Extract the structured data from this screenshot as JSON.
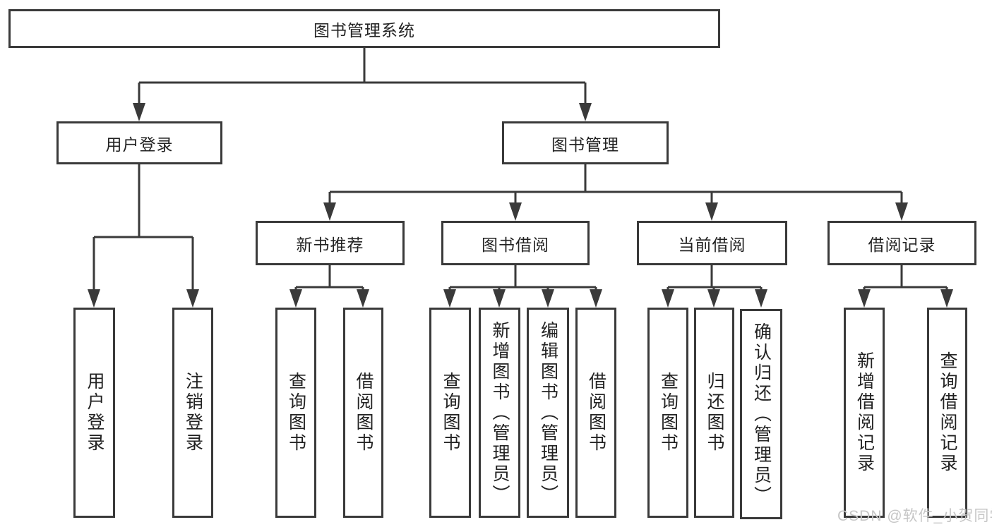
{
  "tree": {
    "label": "图书管理系统",
    "children": [
      {
        "label": "用户登录",
        "children": [
          {
            "label": "用户登录"
          },
          {
            "label": "注销登录"
          }
        ]
      },
      {
        "label": "图书管理",
        "children": [
          {
            "label": "新书推荐",
            "children": [
              {
                "label": "查询图书"
              },
              {
                "label": "借阅图书"
              }
            ]
          },
          {
            "label": "图书借阅",
            "children": [
              {
                "label": "查询图书"
              },
              {
                "label": "新增图书（管理员）"
              },
              {
                "label": "编辑图书（管理员）"
              },
              {
                "label": "借阅图书"
              }
            ]
          },
          {
            "label": "当前借阅",
            "children": [
              {
                "label": "查询图书"
              },
              {
                "label": "归还图书"
              },
              {
                "label": "确认归还（管理员）"
              }
            ]
          },
          {
            "label": "借阅记录",
            "children": [
              {
                "label": "新增借阅记录"
              },
              {
                "label": "查询借阅记录"
              }
            ]
          }
        ]
      }
    ]
  },
  "watermark": {
    "text": "CSDN @软件_小贺同学"
  },
  "colors": {
    "line": "#3a3a3a",
    "text": "#222222",
    "background": "#ffffff",
    "watermark": "#c6c6c6"
  }
}
